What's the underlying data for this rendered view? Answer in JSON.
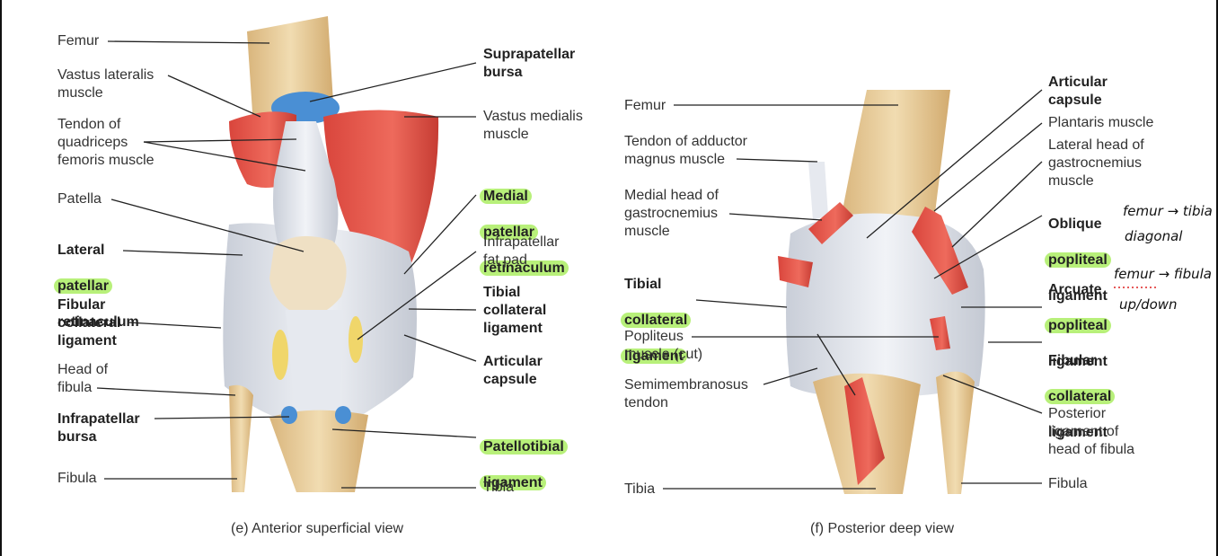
{
  "captions": {
    "anterior": "(e) Anterior superficial view",
    "posterior": "(f) Posterior deep view"
  },
  "anterior_labels": {
    "femur": "Femur",
    "vastus_lateralis": "Vastus lateralis\nmuscle",
    "tendon_quadriceps": "Tendon of\nquadriceps\nfemoris muscle",
    "patella": "Patella",
    "lateral_patellar_retinaculum": [
      "Lateral",
      "patellar",
      "retinaculum"
    ],
    "fibular_collateral": "Fibular\ncollateral\nligament",
    "head_of_fibula": "Head of\nfibula",
    "infrapatellar_bursa": "Infrapatellar\nbursa",
    "fibula": "Fibula",
    "suprapatellar_bursa": "Suprapatellar\nbursa",
    "vastus_medialis": "Vastus medialis\nmuscle",
    "medial_patellar_retinaculum": [
      "Medial",
      "patellar",
      "retinaculum"
    ],
    "infrapatellar_fat_pad": "Infrapatellar\nfat pad",
    "tibial_collateral": "Tibial\ncollateral\nligament",
    "articular_capsule": "Articular\ncapsule",
    "patellotibial_ligament": [
      "Patellotibial",
      "ligament"
    ],
    "tibia": "Tibia"
  },
  "posterior_labels": {
    "femur": "Femur",
    "tendon_adductor": "Tendon of adductor\nmagnus muscle",
    "medial_head_gastro": "Medial head of\ngastrocnemius\nmuscle",
    "tibial_collateral": [
      "Tibial",
      "collateral",
      "ligament"
    ],
    "popliteus": "Popliteus\nmuscle (cut)",
    "semimembranosus": "Semimembranosus\ntendon",
    "tibia": "Tibia",
    "articular_capsule": "Articular\ncapsule",
    "plantaris": "Plantaris muscle",
    "lateral_head_gastro": "Lateral head of\ngastrocnemius\nmuscle",
    "oblique_popliteal": [
      "Oblique",
      "popliteal",
      "ligament"
    ],
    "arcuate_popliteal": [
      "Arcuate",
      "popliteal",
      "ligament"
    ],
    "fibular_collateral": [
      "Fibular",
      "collateral",
      "ligament"
    ],
    "posterior_ligament_head_fibula": "Posterior\nligament of\nhead of fibula",
    "fibula": "Fibula"
  },
  "handwritten_notes": {
    "oblique_line1": "femur → tibia",
    "oblique_line2": "diagonal",
    "arcuate_line1": "femur → fibula",
    "arcuate_line2": "up/down"
  },
  "colors": {
    "highlight": "#b8f07a",
    "bone": "#e8cfa0",
    "muscle": "#e2574c",
    "ligament": "#dfe3ea",
    "bursa": "#4a8fd4",
    "fat_pad": "#f0d66a"
  }
}
